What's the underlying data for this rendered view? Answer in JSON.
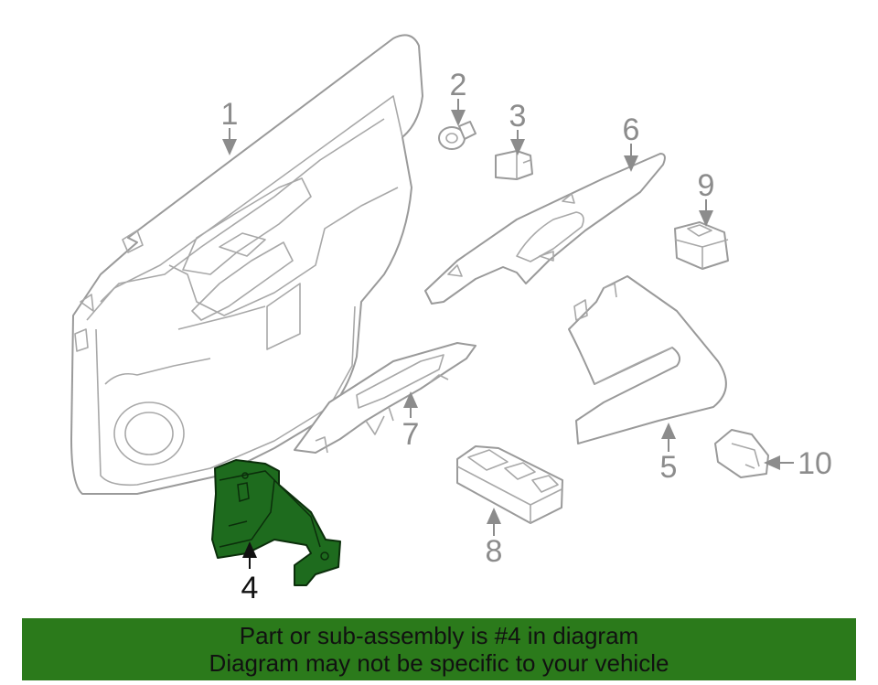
{
  "callouts": {
    "c1": "1",
    "c2": "2",
    "c3": "3",
    "c4": "4",
    "c5": "5",
    "c6": "6",
    "c7": "7",
    "c8": "8",
    "c9": "9",
    "c10": "10"
  },
  "highlight_color": "#1e6b1e",
  "banner": {
    "color": "#2b7a1b",
    "line1": "Part or sub-assembly is #4 in diagram",
    "line2": "Diagram may not be specific to your vehicle"
  }
}
